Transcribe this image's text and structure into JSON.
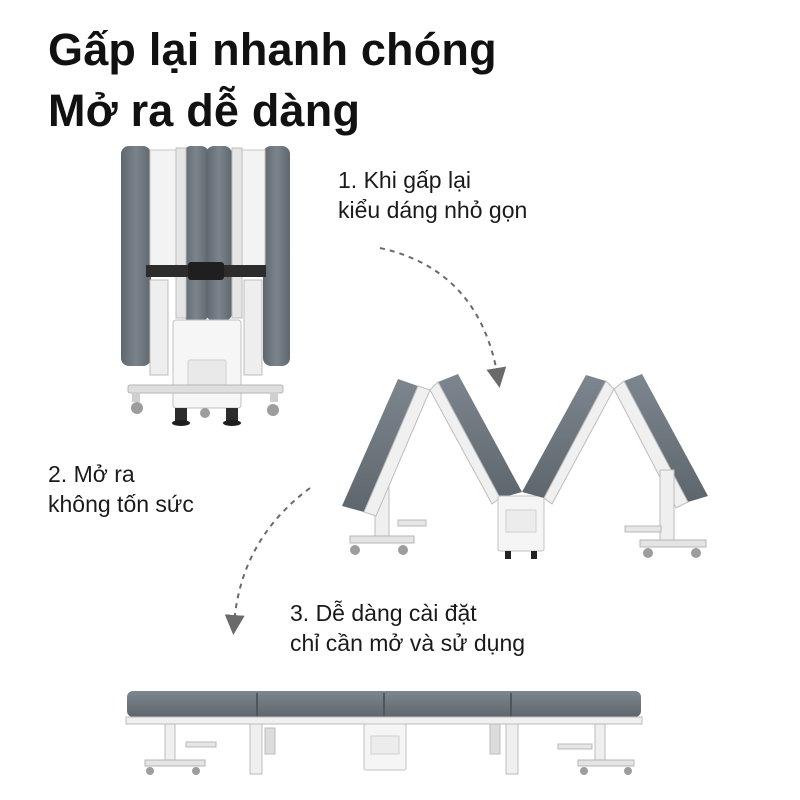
{
  "title": {
    "line1": "Gấp lại nhanh chóng",
    "line2": "Mở ra dễ dàng"
  },
  "steps": [
    {
      "line1": "1. Khi gấp lại",
      "line2": "kiểu dáng nhỏ gọn"
    },
    {
      "line1": "2. Mở ra",
      "line2": "không tốn sức"
    },
    {
      "line1": "3. Dễ dàng cài đặt",
      "line2": "chỉ cần mở và sử dụng"
    }
  ],
  "colors": {
    "cushion": "#6f7880",
    "cushion_dark": "#5b636a",
    "frame": "#f1f1f1",
    "frame_edge": "#b9b9b9",
    "arrow": "#6a6a6a"
  }
}
